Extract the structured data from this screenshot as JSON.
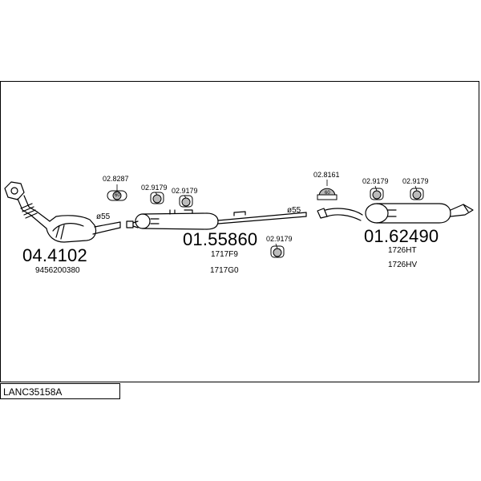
{
  "diagram": {
    "code": "LANC35158A",
    "parts": [
      {
        "number": "04.4102",
        "refs": [
          "9456200380"
        ]
      },
      {
        "number": "01.55860",
        "refs": [
          "1717F9",
          "1717G0"
        ]
      },
      {
        "number": "01.62490",
        "refs": [
          "1726HT",
          "1726HV"
        ]
      }
    ],
    "fittings": [
      {
        "code": "02.8287",
        "badge": "60"
      },
      {
        "code": "02.9179"
      },
      {
        "code": "02.9179"
      },
      {
        "code": "02.9179"
      },
      {
        "code": "02.8161",
        "badge": "60"
      },
      {
        "code": "02.9179"
      },
      {
        "code": "02.9179"
      }
    ],
    "diameters": [
      "ø55",
      "ø55"
    ]
  }
}
